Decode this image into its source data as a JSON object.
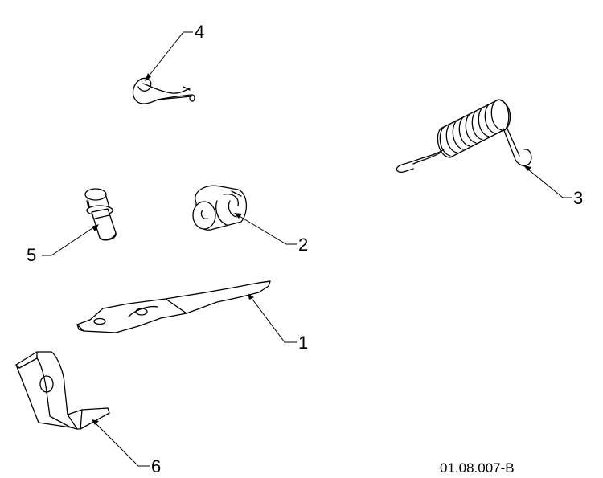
{
  "callouts": {
    "c1": "1",
    "c2": "2",
    "c3": "3",
    "c4": "4",
    "c5": "5",
    "c6": "6"
  },
  "drawing_ref": "01.08.007-B"
}
